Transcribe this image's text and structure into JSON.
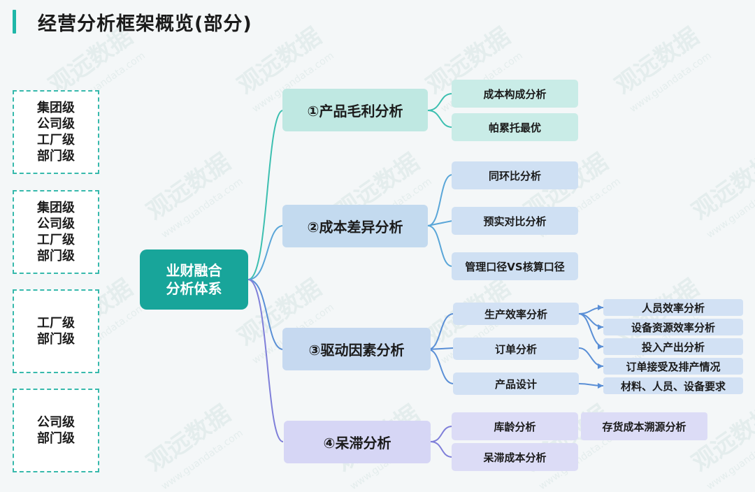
{
  "title": "经营分析框架概览(部分)",
  "watermark": {
    "name": "观远数据",
    "url": "www.guandata.com"
  },
  "levels": [
    [
      "集团级",
      "公司级",
      "工厂级",
      "部门级"
    ],
    [
      "集团级",
      "公司级",
      "工厂级",
      "部门级"
    ],
    [
      "工厂级",
      "部门级"
    ],
    [
      "公司级",
      "部门级"
    ]
  ],
  "center": {
    "line1": "业财融合",
    "line2": "分析体系"
  },
  "branches": [
    {
      "label": "①产品毛利分析",
      "children": [
        {
          "label": "成本构成分析"
        },
        {
          "label": "帕累托最优"
        }
      ]
    },
    {
      "label": "②成本差异分析",
      "children": [
        {
          "label": "同环比分析"
        },
        {
          "label": "预实对比分析"
        },
        {
          "label": "管理口径VS核算口径"
        }
      ]
    },
    {
      "label": "③驱动因素分析",
      "children": [
        {
          "label": "生产效率分析"
        },
        {
          "label": "订单分析"
        },
        {
          "label": "产品设计"
        }
      ],
      "leaves": [
        "人员效率分析",
        "设备资源效率分析",
        "投入产出分析",
        "订单接受及排产情况",
        "材料、人员、设备要求"
      ]
    },
    {
      "label": "④呆滞分析",
      "children": [
        {
          "label": "库龄分析"
        },
        {
          "label": "呆滞成本分析"
        }
      ],
      "leaves": [
        "存货成本溯源分析"
      ]
    }
  ],
  "colors": {
    "accent": "#1fb7a8",
    "center": "#18a59a",
    "branch1": "#bfe8e2",
    "branch2": "#c3daef",
    "branch3": "#c6d9f0",
    "branch4": "#d6d6f5"
  }
}
